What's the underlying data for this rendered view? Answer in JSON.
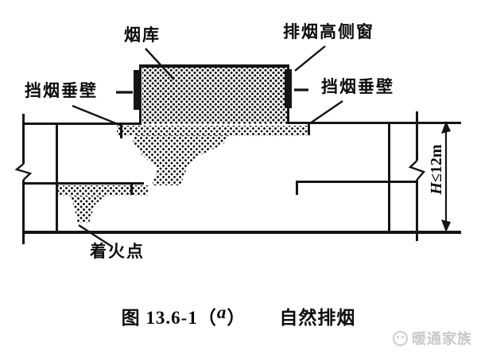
{
  "diagram": {
    "labels": {
      "smoke_reservoir": "烟库",
      "exhaust_high_side_window": "排烟高侧窗",
      "smoke_curtain_left": "挡烟垂壁",
      "smoke_curtain_right": "挡烟垂壁",
      "fire_point": "着火点"
    },
    "dimension": {
      "symbol": "H",
      "constraint": "≤12m",
      "full": "H≤12m"
    },
    "caption": {
      "figure_no": "图 13.6-1",
      "paren_open": "（",
      "variant_letter": "a",
      "paren_close": "）",
      "title": "自然排烟"
    },
    "watermark": {
      "brand": "暖通家族"
    },
    "colors": {
      "ink": "#151515",
      "watermark_gray": "#c9c9c9",
      "background": "#ffffff"
    }
  }
}
